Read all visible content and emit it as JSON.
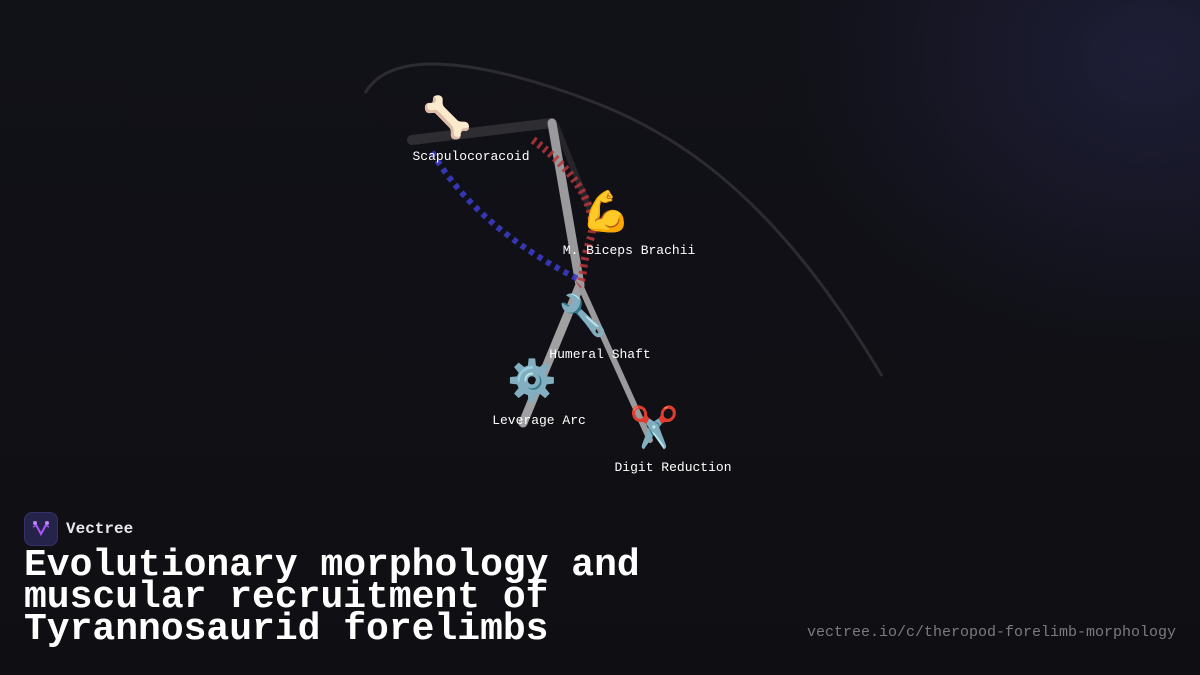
{
  "brand": {
    "name": "Vectree",
    "logo_icon": "vectree-tree-icon",
    "logo_color": "#a855f7"
  },
  "title": "Evolutionary morphology and muscular recruitment of Tyrannosaurid forelimbs",
  "url": "vectree.io/c/theropod-forelimb-morphology",
  "colors": {
    "background": "#0f0f13",
    "bone": "#9a9a9e",
    "muscle_red": "#b8363c",
    "muscle_blue": "#3b3bc4",
    "arc": "#2e2e34"
  },
  "nodes": [
    {
      "id": "scapulocoracoid",
      "label": "Scapulocoracoid",
      "icon": "🦴",
      "icon_name": "bone-icon"
    },
    {
      "id": "biceps",
      "label": "M. Biceps Brachii",
      "icon": "💪",
      "icon_name": "flexed-biceps-icon"
    },
    {
      "id": "humeral_shaft",
      "label": "Humeral Shaft",
      "icon": "🔧",
      "icon_name": "wrench-icon"
    },
    {
      "id": "leverage_arc",
      "label": "Leverage Arc",
      "icon": "⚙️",
      "icon_name": "gear-icon"
    },
    {
      "id": "digit_reduction",
      "label": "Digit Reduction",
      "icon": "✂️",
      "icon_name": "scissors-icon"
    }
  ]
}
